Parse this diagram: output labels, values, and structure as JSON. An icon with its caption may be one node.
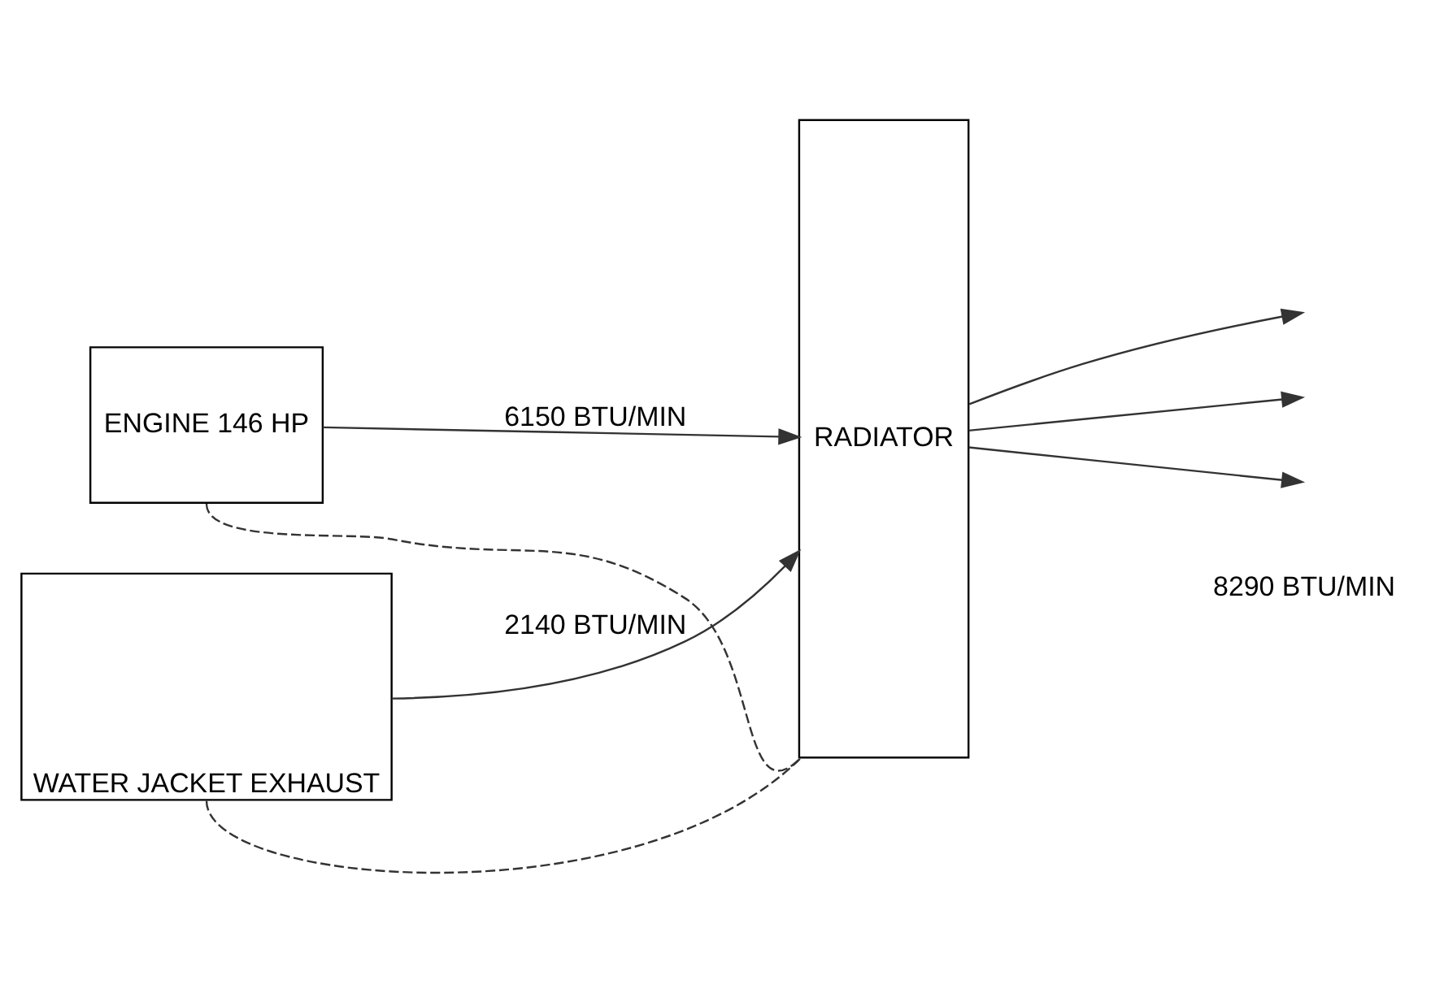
{
  "diagram": {
    "nodes": [
      {
        "text": [
          "ENGINE 146 HP"
        ]
      },
      {
        "text": [
          "WATER JACKET EXHAUST"
        ]
      },
      {
        "text": [
          "RADIATOR"
        ]
      }
    ],
    "edges": [
      {
        "from": 0,
        "to": 2,
        "arrow": "to",
        "label": "6150 BTU/MIN"
      },
      {
        "from": 1,
        "to": 2,
        "arrow": "to",
        "label": "2140 BTU/MIN"
      },
      {
        "from": 2,
        "to": null,
        "arrow": "to"
      },
      {
        "from": 2,
        "to": null,
        "arrow": "to"
      },
      {
        "from": 2,
        "to": null,
        "arrow": "to"
      },
      {
        "from": 1,
        "to": 2,
        "arrow": "none",
        "style": "dashed"
      },
      {
        "from": 0,
        "to": 2,
        "arrow": "none",
        "style": "dashed"
      }
    ],
    "labels": [
      "8290 BTU/MIN"
    ]
  }
}
